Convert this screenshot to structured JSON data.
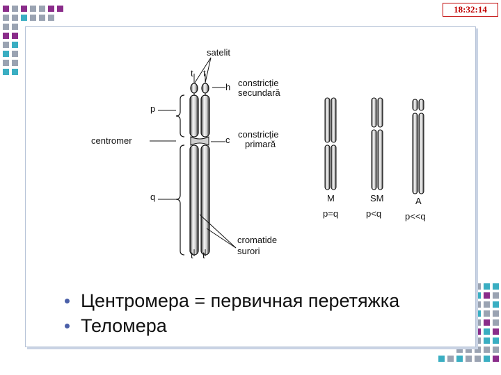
{
  "header": {
    "time": "18:32:14"
  },
  "figure": {
    "labels": {
      "satelit": "satelit",
      "t_top_left": "t",
      "t_top_right": "t",
      "h": "h",
      "constrictie_secundara_1": "constricție",
      "constrictie_secundara_2": "secundară",
      "p": "p",
      "centromer": "centromer",
      "c": "c",
      "constrictie_primara_1": "constricție",
      "constrictie_primara_2": "primară",
      "q": "q",
      "cromatide_1": "cromatide",
      "cromatide_2": "surori",
      "t_bottom_left": "t",
      "t_bottom_right": "t"
    },
    "types": [
      {
        "name": "M",
        "ratio": "p=q"
      },
      {
        "name": "SM",
        "ratio": "p<q"
      },
      {
        "name": "A",
        "ratio": "p<<q"
      }
    ]
  },
  "bullets": [
    "Центромера = первичная перетяжка",
    "Теломера"
  ],
  "colors": {
    "accent_purple": "#8a2c8a",
    "accent_teal": "#3aaec2",
    "accent_gray": "#9aa3b2",
    "bullet": "#4a5fa8",
    "time_red": "#c00000"
  }
}
